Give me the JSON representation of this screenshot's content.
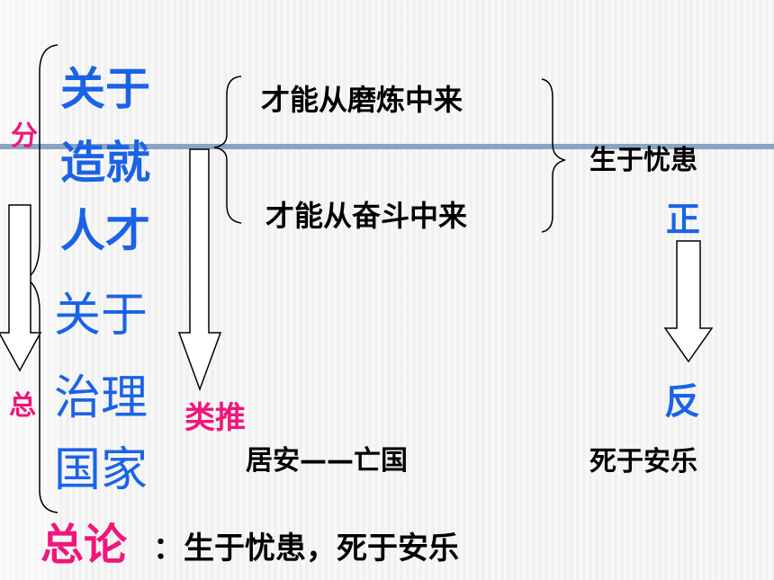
{
  "left": {
    "fen": "分",
    "zong": "总",
    "group1": [
      "关于",
      "造就",
      "人才"
    ],
    "group2": [
      "关于",
      "治理",
      "国家"
    ]
  },
  "middle": {
    "line1": "才能从磨炼中来",
    "line2": "才能从奋斗中来",
    "leitui": "类推",
    "juan": "居安——亡国"
  },
  "right": {
    "top": "生于忧患",
    "zheng": "正",
    "fan": "反",
    "bottom": "死于安乐"
  },
  "conclusion": {
    "label": "总论",
    "text": "：生于忧患，死于安乐"
  },
  "colors": {
    "blue": "#1a63e6",
    "pink": "#f0167a",
    "rule": "#8aa3c3"
  }
}
